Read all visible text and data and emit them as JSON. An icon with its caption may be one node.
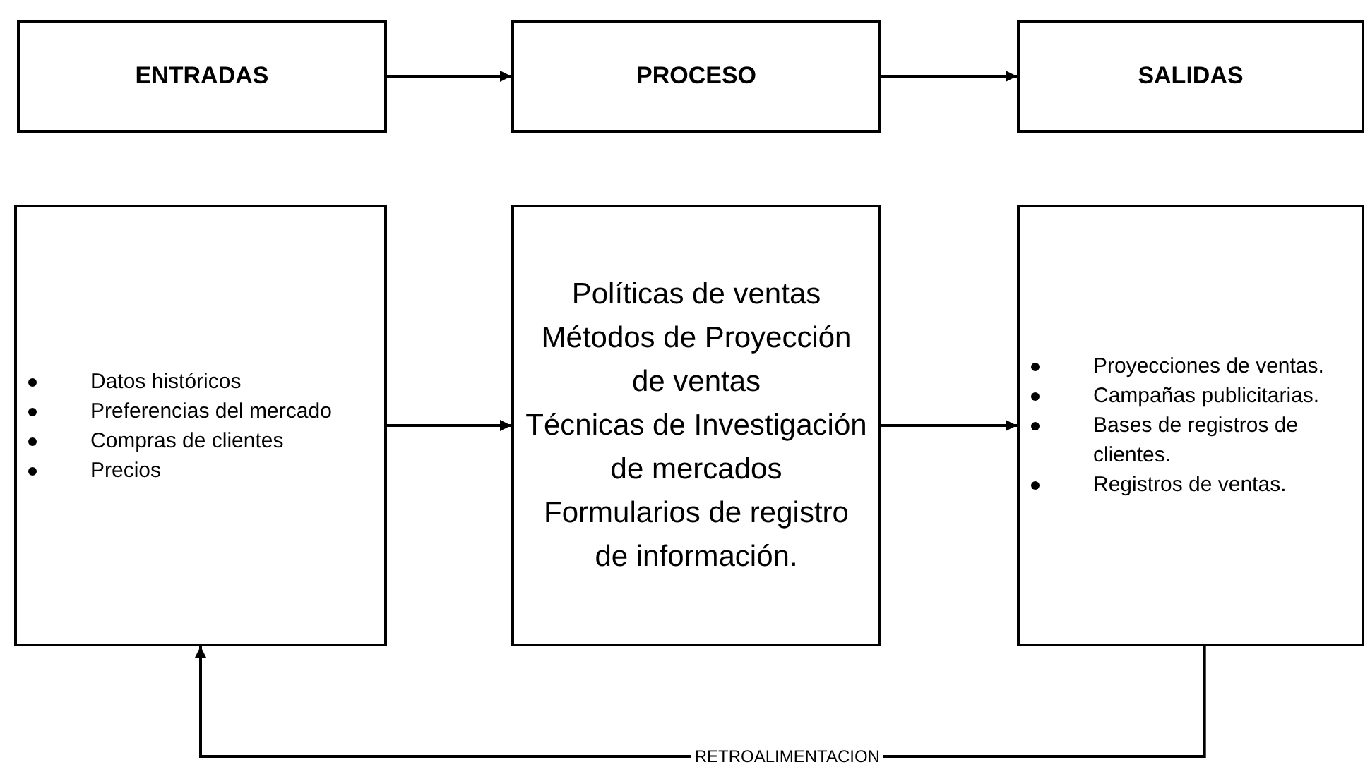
{
  "diagram": {
    "nodes": [
      {
        "text": [
          "ENTRADAS"
        ]
      },
      {
        "text": [
          "PROCESO"
        ]
      },
      {
        "text": [
          "SALIDAS"
        ]
      },
      {
        "text": [
          "Datos históricos",
          "Preferencias del mercado",
          "Compras de clientes",
          "Precios"
        ]
      },
      {
        "text": [
          "Políticas de ventas",
          "Métodos de Proyección de ventas",
          "Técnicas de Investigación de mercados",
          "Formularios de registro de información."
        ]
      },
      {
        "text": [
          "Proyecciones de ventas.",
          "Campañas publicitarias.",
          "Bases de registros de clientes.",
          "Registros de ventas."
        ]
      }
    ],
    "edges": [
      {
        "from": 0,
        "to": 1,
        "arrow": "to"
      },
      {
        "from": 1,
        "to": 2,
        "arrow": "to"
      },
      {
        "from": 3,
        "to": 4,
        "arrow": "to"
      },
      {
        "from": 4,
        "to": 5,
        "arrow": "to"
      },
      {
        "from": 5,
        "to": 3,
        "arrow": "to",
        "label": "RETROALIMENTACION"
      }
    ]
  }
}
